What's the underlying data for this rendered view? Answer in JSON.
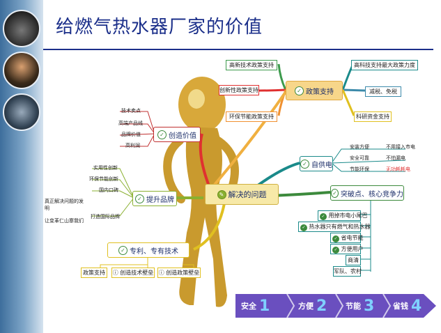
{
  "header": {
    "title": "给燃气热水器厂家的价值"
  },
  "center": {
    "label": "解决的问题"
  },
  "policy": {
    "hub": "政策支持",
    "items": [
      "高新技术政策支持",
      "创新性政策支持",
      "环保节能政策支持",
      "高科技支持最大政策力度",
      "减税、免税",
      "科研资金支持"
    ]
  },
  "innovation": {
    "hub": "创造价值",
    "items": [
      "技术卖点",
      "高端产品线",
      "品牌价值",
      "高利润"
    ]
  },
  "brand": {
    "hub": "提升品牌",
    "items": [
      "实用性创新",
      "环保节能创新",
      "国内口碑",
      "真正解决问题的发明",
      "让变革仁山寨我们",
      "打造国际品牌"
    ]
  },
  "self_power": {
    "hub": "自供电",
    "rows": [
      {
        "a": "安装方便",
        "b": "不用接入市电"
      },
      {
        "a": "安全可靠",
        "b": "不怕漏电"
      },
      {
        "a": "节能环保",
        "b": "无功耗耗电"
      }
    ]
  },
  "breakthrough": {
    "hub": "突破点、核心竞争力",
    "items": [
      "用掉市电小尾巴",
      "热水器只有燃气和热水器",
      "省电节能",
      "方便用户",
      "商清",
      "军队、农村"
    ]
  },
  "patent": {
    "hub": "专利、专有技术",
    "items": [
      "政策支持",
      "创造技术壁垒",
      "创造政策壁垒"
    ]
  },
  "bottom_bar": {
    "items": [
      {
        "label": "安全",
        "num": "1"
      },
      {
        "label": "方便",
        "num": "2"
      },
      {
        "label": "节能",
        "num": "3"
      },
      {
        "label": "省钱",
        "num": "4"
      }
    ]
  },
  "colors": {
    "policy": "#f0b040",
    "green": "#3c8a3c",
    "teal": "#1a8a8a",
    "red": "#e03030",
    "bar": "#6a4fbf"
  }
}
